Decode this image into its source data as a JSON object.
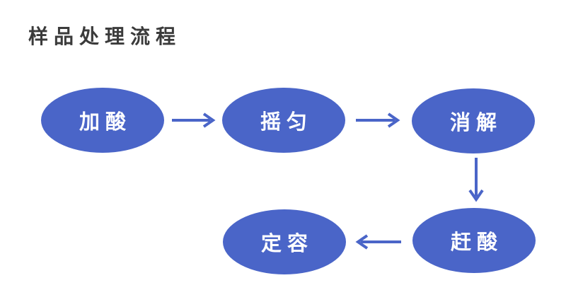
{
  "title": "样品处理流程",
  "colors": {
    "background": "#FFFFFF",
    "title_text": "#3B3B3B",
    "node_fill": "#4A65C8",
    "node_text": "#FFFFFF",
    "arrow": "#4A65C8"
  },
  "flow": {
    "nodes": [
      {
        "id": "add-acid",
        "label": "加酸"
      },
      {
        "id": "shake-even",
        "label": "摇匀"
      },
      {
        "id": "digestion",
        "label": "消解"
      },
      {
        "id": "drive-acid",
        "label": "赶酸"
      },
      {
        "id": "fix-volume",
        "label": "定容"
      }
    ],
    "edges": [
      {
        "from": "加酸",
        "to": "摇匀",
        "direction": "right"
      },
      {
        "from": "摇匀",
        "to": "消解",
        "direction": "right"
      },
      {
        "from": "消解",
        "to": "赶酸",
        "direction": "down"
      },
      {
        "from": "赶酸",
        "to": "定容",
        "direction": "left"
      }
    ]
  }
}
